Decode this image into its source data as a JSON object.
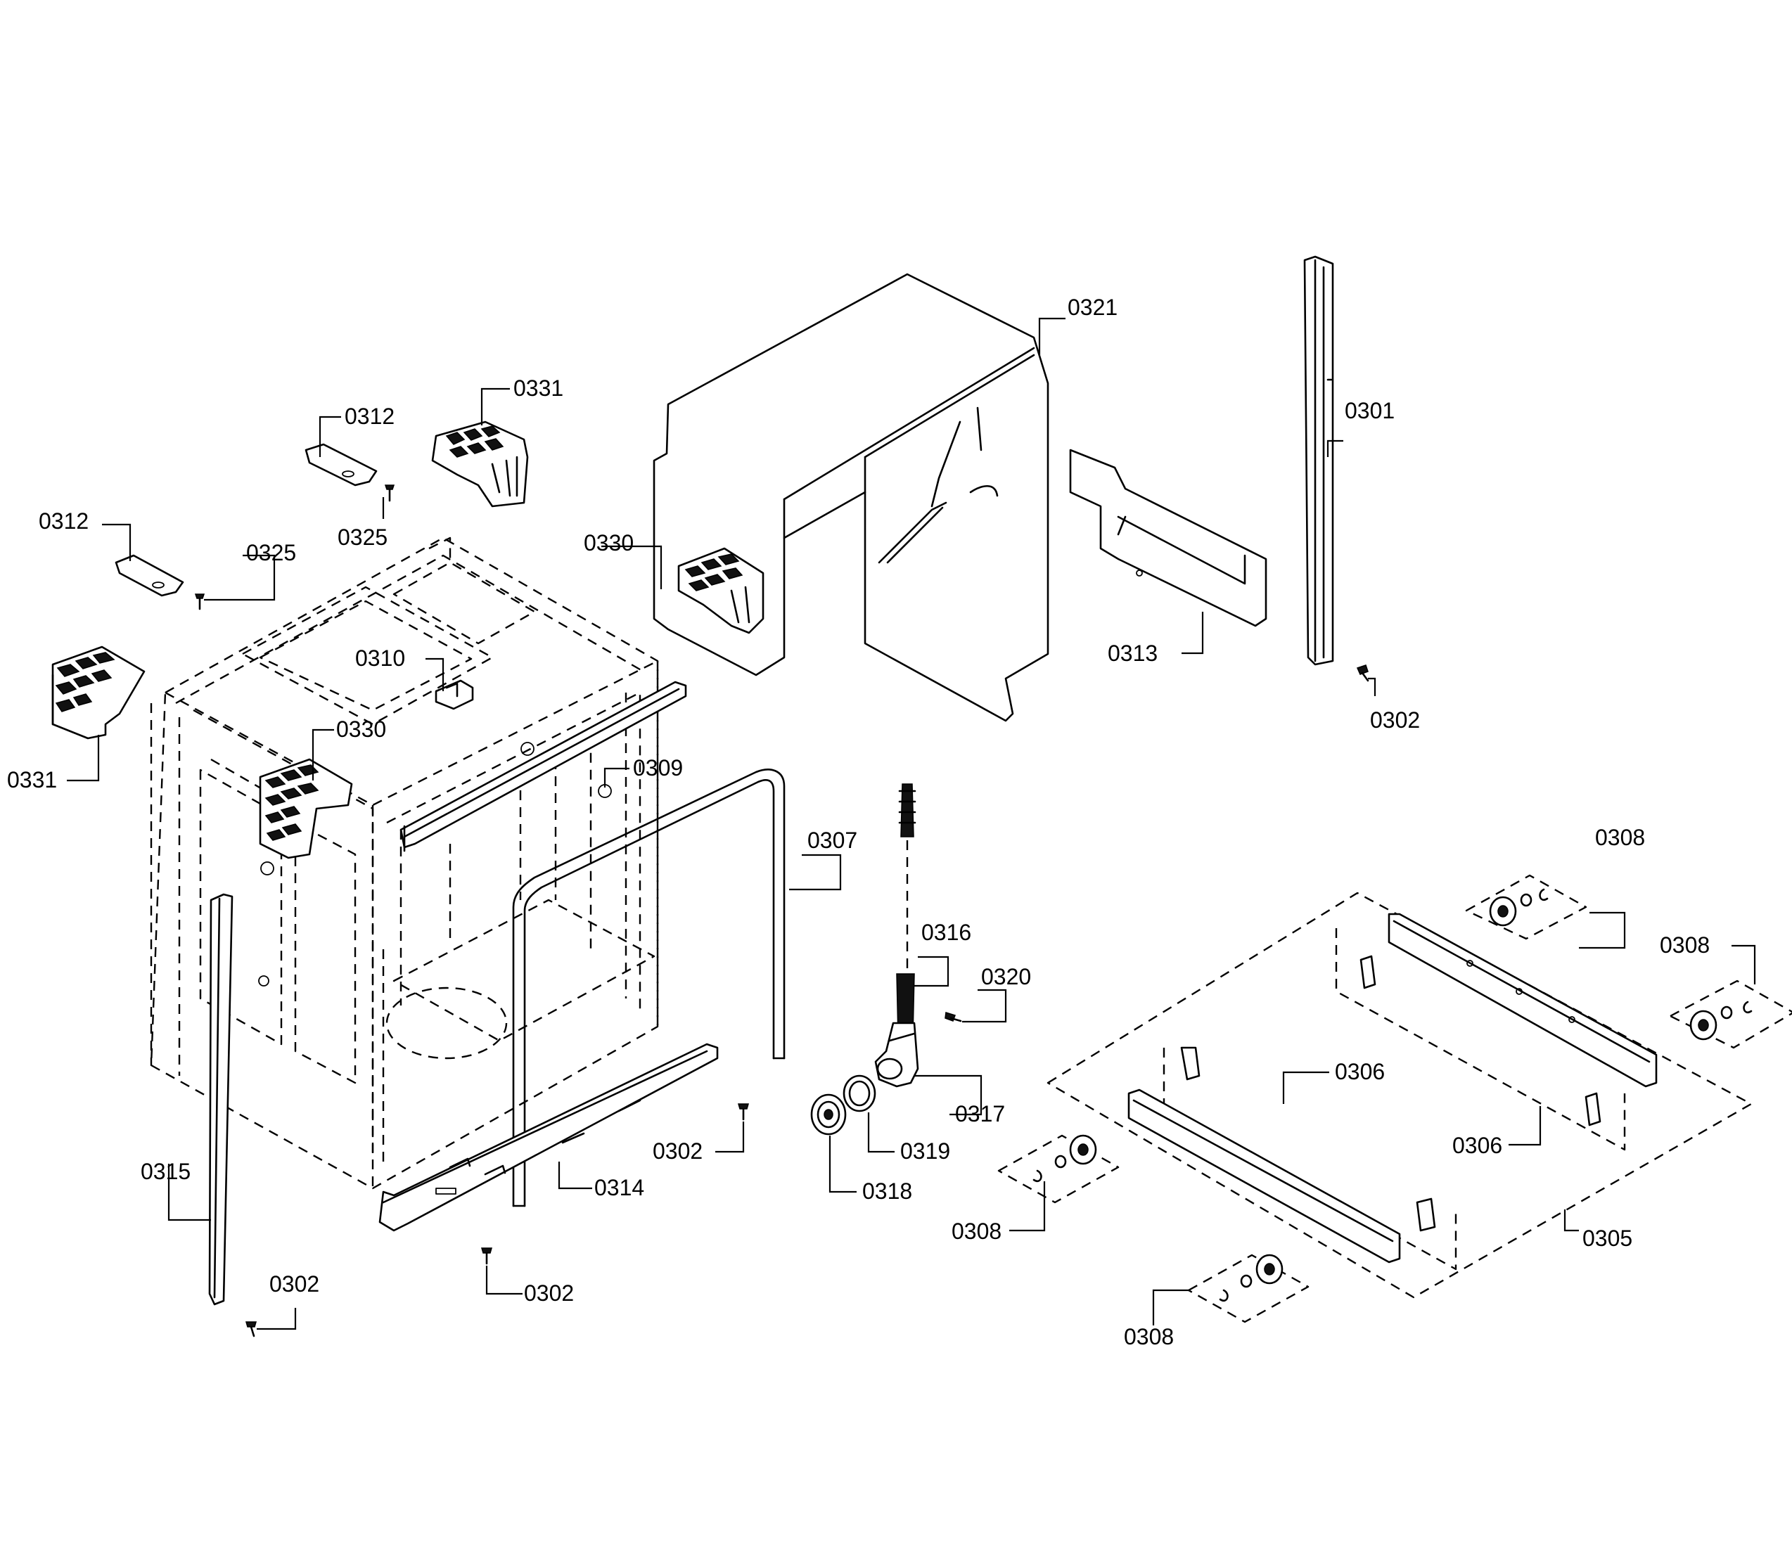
{
  "labels": {
    "p0301": "0301",
    "p0302a": "0302",
    "p0302b": "0302",
    "p0302c": "0302",
    "p0302d": "0302",
    "p0305": "0305",
    "p0306a": "0306",
    "p0306b": "0306",
    "p0307": "0307",
    "p0308a": "0308",
    "p0308b": "0308",
    "p0308c": "0308",
    "p0308d": "0308",
    "p0309": "0309",
    "p0310": "0310",
    "p0312a": "0312",
    "p0312b": "0312",
    "p0313": "0313",
    "p0314": "0314",
    "p0315": "0315",
    "p0316": "0316",
    "p0317": "0317",
    "p0318": "0318",
    "p0319": "0319",
    "p0320": "0320",
    "p0321": "0321",
    "p0325a": "0325",
    "p0325b": "0325",
    "p0330a": "0330",
    "p0330b": "0330",
    "p0331a": "0331",
    "p0331b": "0331"
  }
}
